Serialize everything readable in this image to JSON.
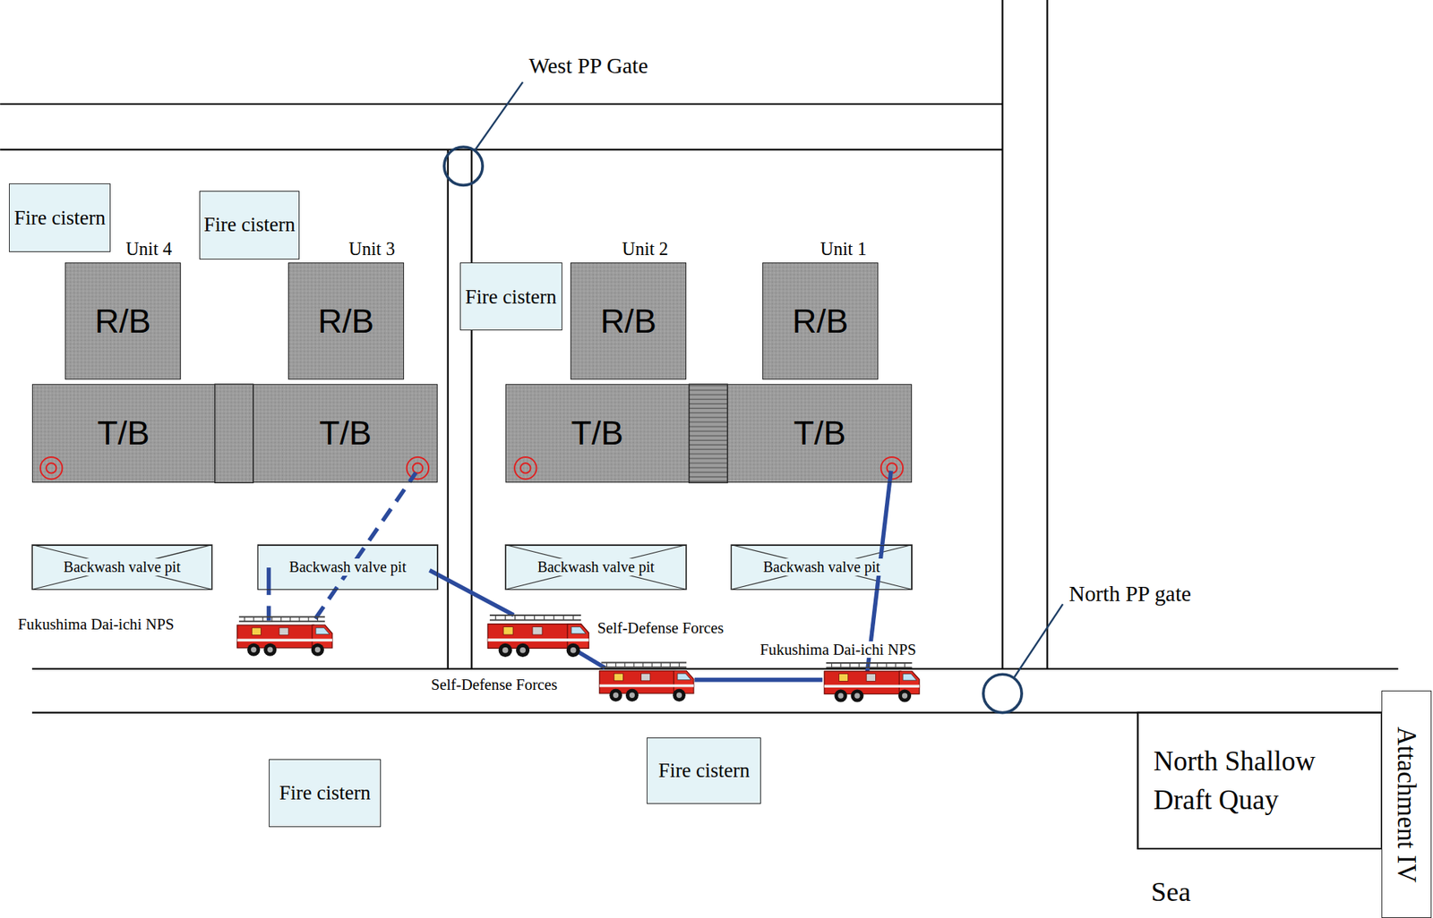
{
  "diagram": {
    "nodes": [
      {
        "text": [
          "Fire cistern"
        ]
      },
      {
        "text": [
          "Fire cistern"
        ]
      },
      {
        "text": [
          "Fire cistern"
        ]
      },
      {
        "text": [
          "R/B"
        ]
      },
      {
        "text": [
          "R/B"
        ]
      },
      {
        "text": [
          "R/B"
        ]
      },
      {
        "text": [
          "R/B"
        ]
      },
      {
        "text": [
          "T/B"
        ]
      },
      {
        "text": [
          "T/B"
        ]
      },
      {
        "text": [
          "T/B"
        ]
      },
      {
        "text": [
          "T/B"
        ]
      },
      {
        "text": [
          "Backwash valve pit"
        ]
      },
      {
        "text": [
          "Backwash valve pit"
        ]
      },
      {
        "text": [
          "Backwash valve pit"
        ]
      },
      {
        "text": [
          "Backwash valve pit"
        ]
      },
      {
        "text": [
          "Fire cistern"
        ]
      },
      {
        "text": [
          "Fire cistern"
        ]
      },
      {
        "text": [
          "North Shallow Draft Quay"
        ]
      },
      {
        "text": [
          "Attachment IV"
        ]
      }
    ],
    "labels": [
      "West PP Gate",
      "Unit 4",
      "Unit 3",
      "Unit 2",
      "Unit 1",
      "North PP gate",
      "Fukushima Dai-ichi NPS",
      "Self-Defense Forces",
      "Self-Defense Forces",
      "Fukushima Dai-ichi NPS",
      "Sea"
    ]
  }
}
